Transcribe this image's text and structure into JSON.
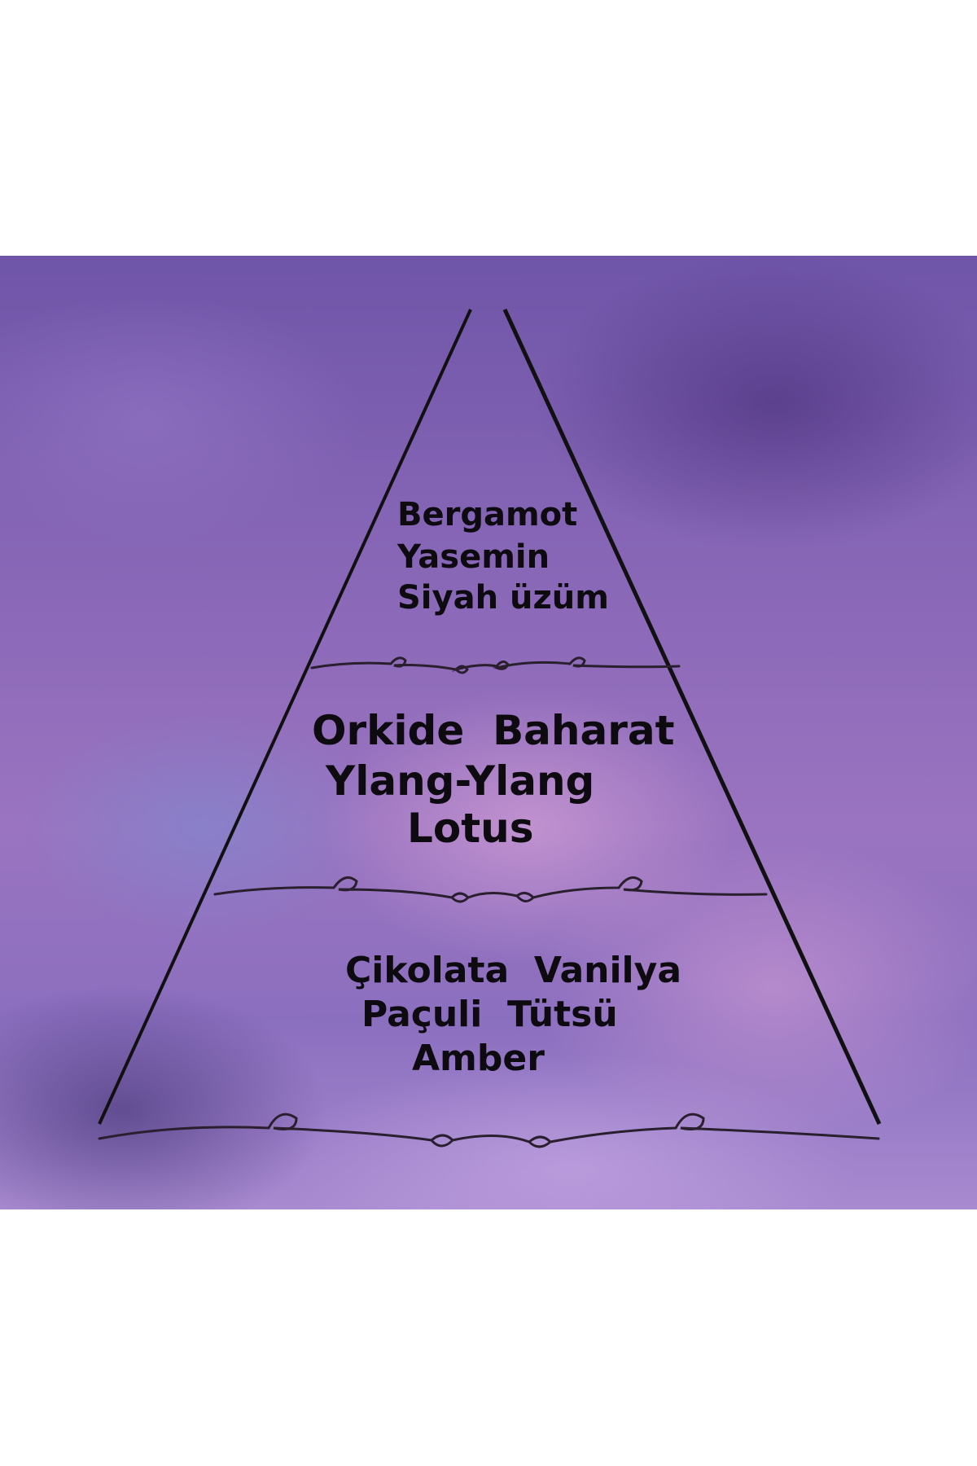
{
  "pyramid": {
    "top_notes": [
      "Bergamot",
      "Yasemin",
      "Siyah üzüm"
    ],
    "heart_notes": [
      "Orkide  Baharat",
      "Ylang-Ylang",
      "Lotus"
    ],
    "base_notes": [
      "Çikolata  Vanilya",
      "Paçuli  Tütsü",
      "Amber"
    ]
  },
  "colors": {
    "sky": "#8a68b8",
    "ink": "#0d0a10"
  }
}
